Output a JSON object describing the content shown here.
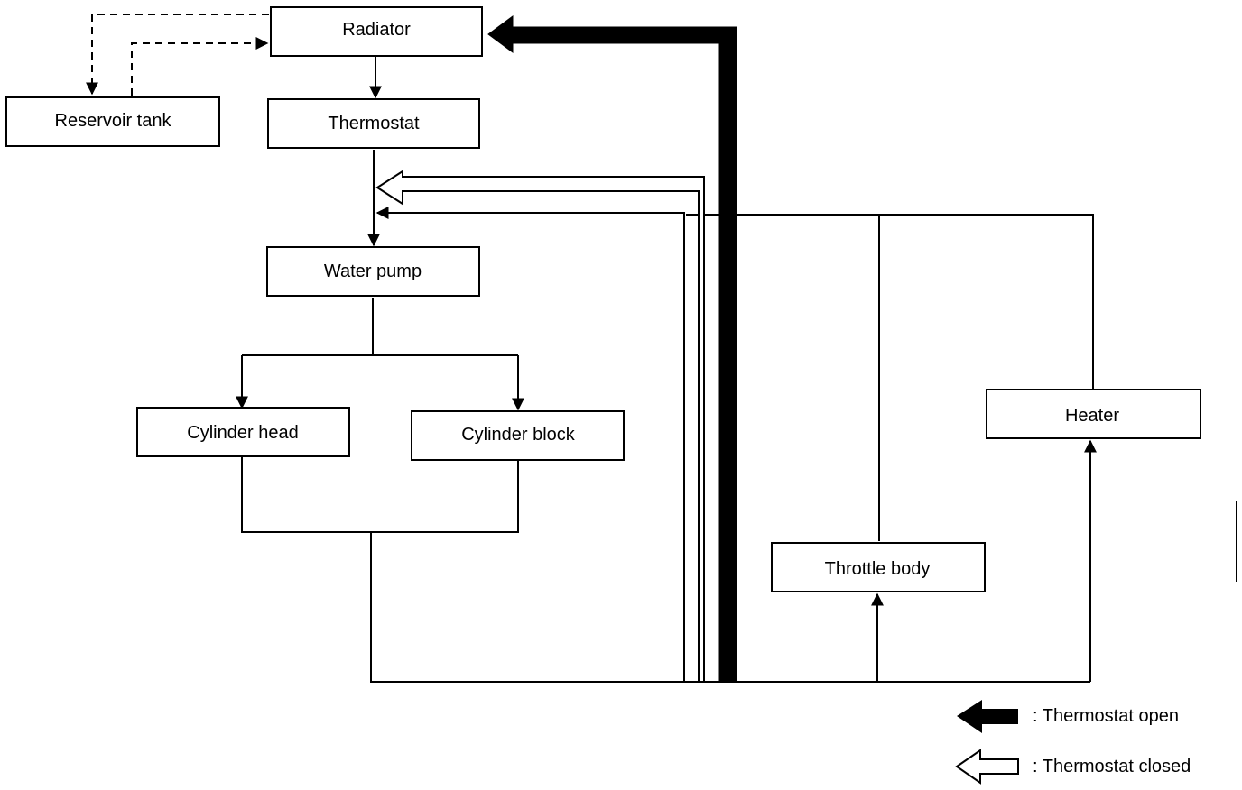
{
  "nodes": {
    "radiator": "Radiator",
    "reservoir": "Reservoir tank",
    "thermostat": "Thermostat",
    "water_pump": "Water pump",
    "cylinder_head": "Cylinder head",
    "cylinder_block": "Cylinder block",
    "heater": "Heater",
    "throttle_body": "Throttle body"
  },
  "legend": {
    "open": ":  Thermostat open",
    "closed": ":  Thermostat closed"
  }
}
